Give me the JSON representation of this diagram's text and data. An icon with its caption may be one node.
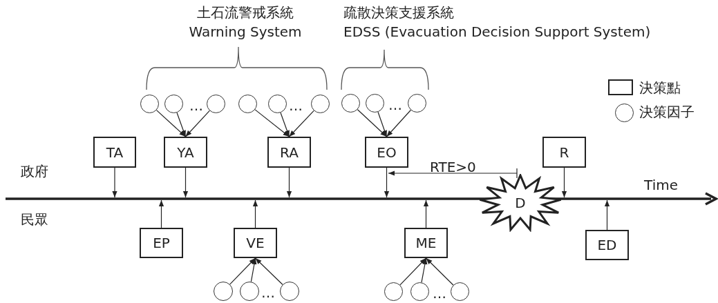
{
  "diagram": {
    "nodes": [
      {
        "text": [],
        "shape": "circle"
      },
      {
        "text": [],
        "shape": "circle"
      },
      {
        "text": [],
        "shape": "circle"
      },
      {
        "text": [],
        "shape": "circle"
      },
      {
        "text": [],
        "shape": "circle"
      },
      {
        "text": [],
        "shape": "circle"
      },
      {
        "text": [],
        "shape": "circle"
      },
      {
        "text": [],
        "shape": "circle"
      },
      {
        "text": [],
        "shape": "circle"
      },
      {
        "text": [
          "TA"
        ]
      },
      {
        "text": [
          "YA"
        ]
      },
      {
        "text": [
          "RA"
        ]
      },
      {
        "text": [
          "EO"
        ]
      },
      {
        "text": [
          "R"
        ]
      },
      {
        "text": [
          "D"
        ]
      },
      {
        "text": [
          "EP"
        ]
      },
      {
        "text": [
          "VE"
        ]
      },
      {
        "text": [
          "ME"
        ]
      },
      {
        "text": [
          "ED"
        ]
      },
      {
        "text": [],
        "shape": "circle"
      },
      {
        "text": [],
        "shape": "circle"
      },
      {
        "text": [],
        "shape": "circle"
      },
      {
        "text": [],
        "shape": "circle"
      },
      {
        "text": [],
        "shape": "circle"
      },
      {
        "text": [],
        "shape": "circle"
      },
      {
        "text": [
          "Time"
        ]
      }
    ],
    "edges": [
      {
        "from": 0,
        "to": 10,
        "arrow": "to"
      },
      {
        "from": 1,
        "to": 10,
        "arrow": "to"
      },
      {
        "from": 2,
        "to": 10,
        "arrow": "to"
      },
      {
        "from": 3,
        "to": 11,
        "arrow": "to"
      },
      {
        "from": 4,
        "to": 11,
        "arrow": "to"
      },
      {
        "from": 5,
        "to": 11,
        "arrow": "to"
      },
      {
        "from": 6,
        "to": 12,
        "arrow": "to"
      },
      {
        "from": 7,
        "to": 12,
        "arrow": "to"
      },
      {
        "from": 8,
        "to": 12,
        "arrow": "to"
      },
      {
        "from": 9,
        "to": 25,
        "arrow": "to"
      },
      {
        "from": 10,
        "to": 25,
        "arrow": "to"
      },
      {
        "from": 11,
        "to": 25,
        "arrow": "to"
      },
      {
        "from": 12,
        "to": 25,
        "arrow": "to"
      },
      {
        "from": 13,
        "to": 25,
        "arrow": "to"
      },
      {
        "from": 15,
        "to": 25,
        "arrow": "to"
      },
      {
        "from": 16,
        "to": 25,
        "arrow": "to"
      },
      {
        "from": 17,
        "to": 25,
        "arrow": "to"
      },
      {
        "from": 18,
        "to": 25,
        "arrow": "to"
      },
      {
        "from": 19,
        "to": 16,
        "arrow": "to"
      },
      {
        "from": 20,
        "to": 16,
        "arrow": "to"
      },
      {
        "from": 21,
        "to": 16,
        "arrow": "to"
      },
      {
        "from": 22,
        "to": 17,
        "arrow": "to"
      },
      {
        "from": 23,
        "to": 17,
        "arrow": "to"
      },
      {
        "from": 24,
        "to": 17,
        "arrow": "to"
      }
    ],
    "labels": [
      "土石流警戒系統",
      "Warning System",
      "疏散決策支援系統",
      "EDSS (Evacuation Decision Support System)",
      "…",
      "…",
      "…",
      "政府",
      "RTE>0",
      "民眾",
      "…",
      "…"
    ],
    "legend": [
      {
        "text": "決策點"
      },
      {
        "text": "決策因子"
      }
    ]
  }
}
